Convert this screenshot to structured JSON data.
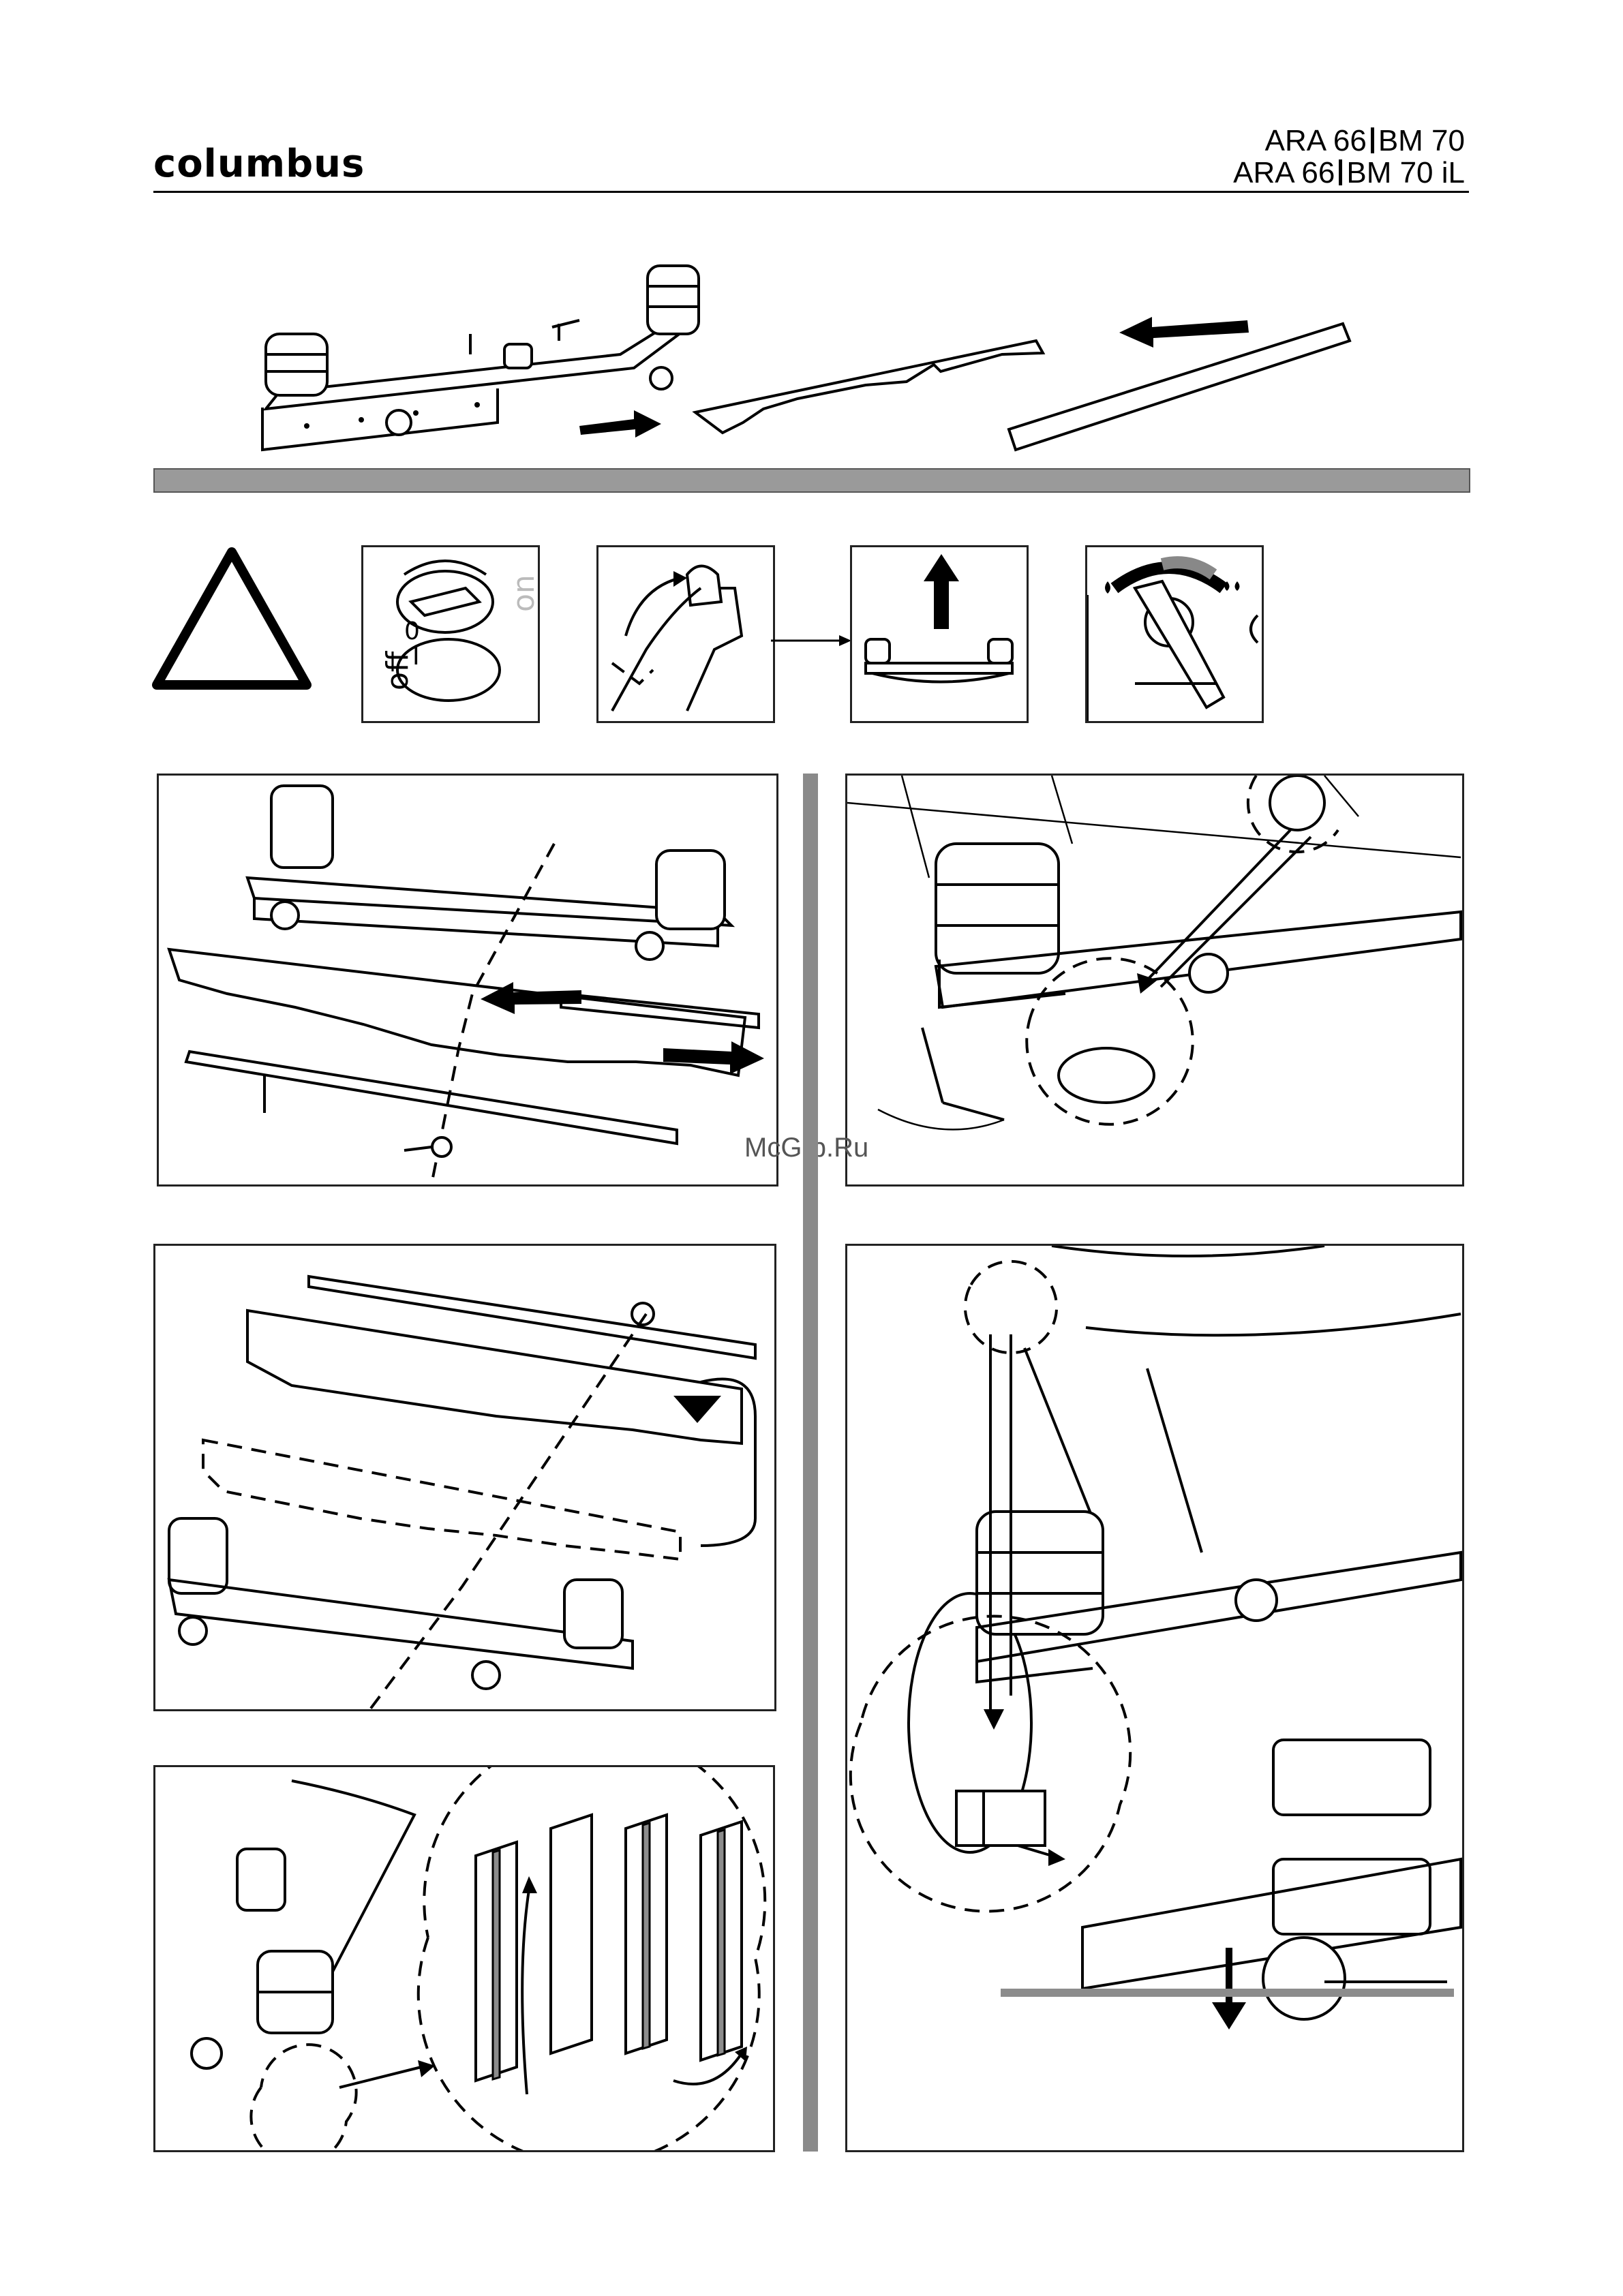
{
  "header": {
    "brand": "columbus",
    "model_line1_left": "ARA 66",
    "model_line1_right": "BM 70",
    "model_line2_left": "ARA 66",
    "model_line2_right": "BM 70 iL"
  },
  "icons": {
    "switch_off_label": "off",
    "switch_on_label": "on",
    "switch_zero_label": "0",
    "switch_one_label": "I"
  },
  "watermark": "McGrp.Ru"
}
